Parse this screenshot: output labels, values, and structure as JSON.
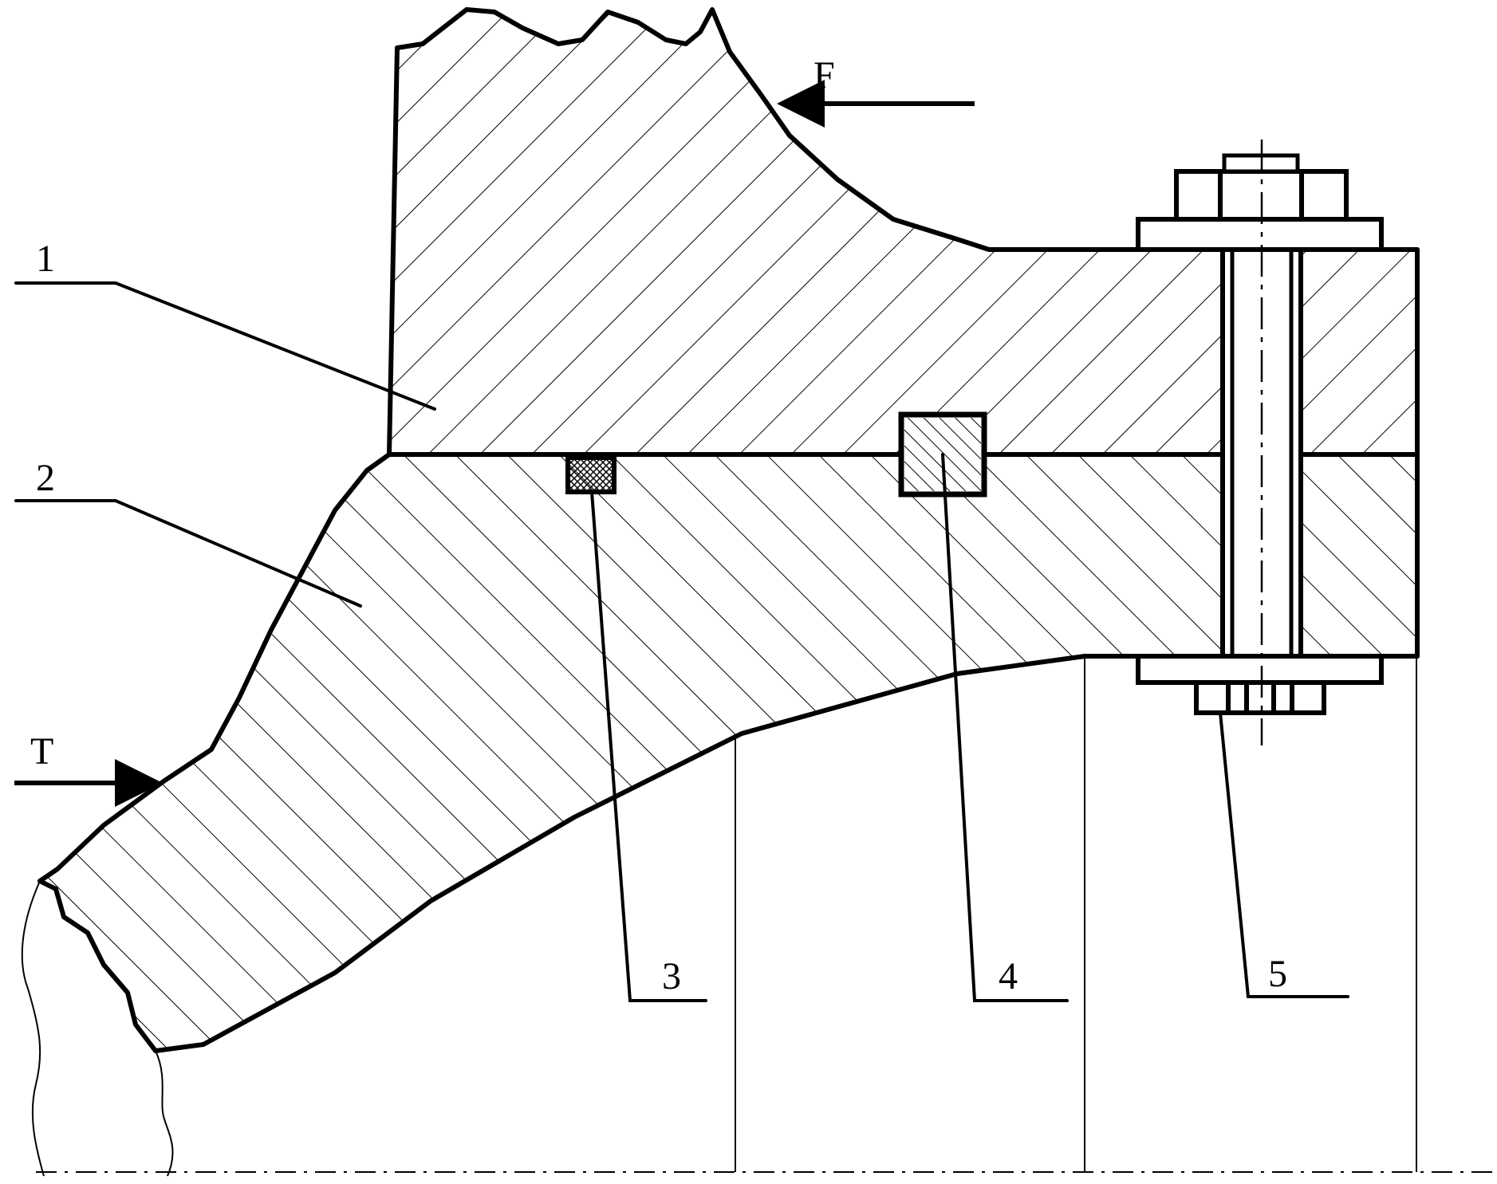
{
  "labels": {
    "part_1": "1",
    "part_2": "2",
    "part_3": "3",
    "part_4": "4",
    "part_5": "5",
    "force_f": "F",
    "force_t": "T"
  },
  "colors": {
    "ink": "#000000",
    "paper": "#ffffff"
  }
}
